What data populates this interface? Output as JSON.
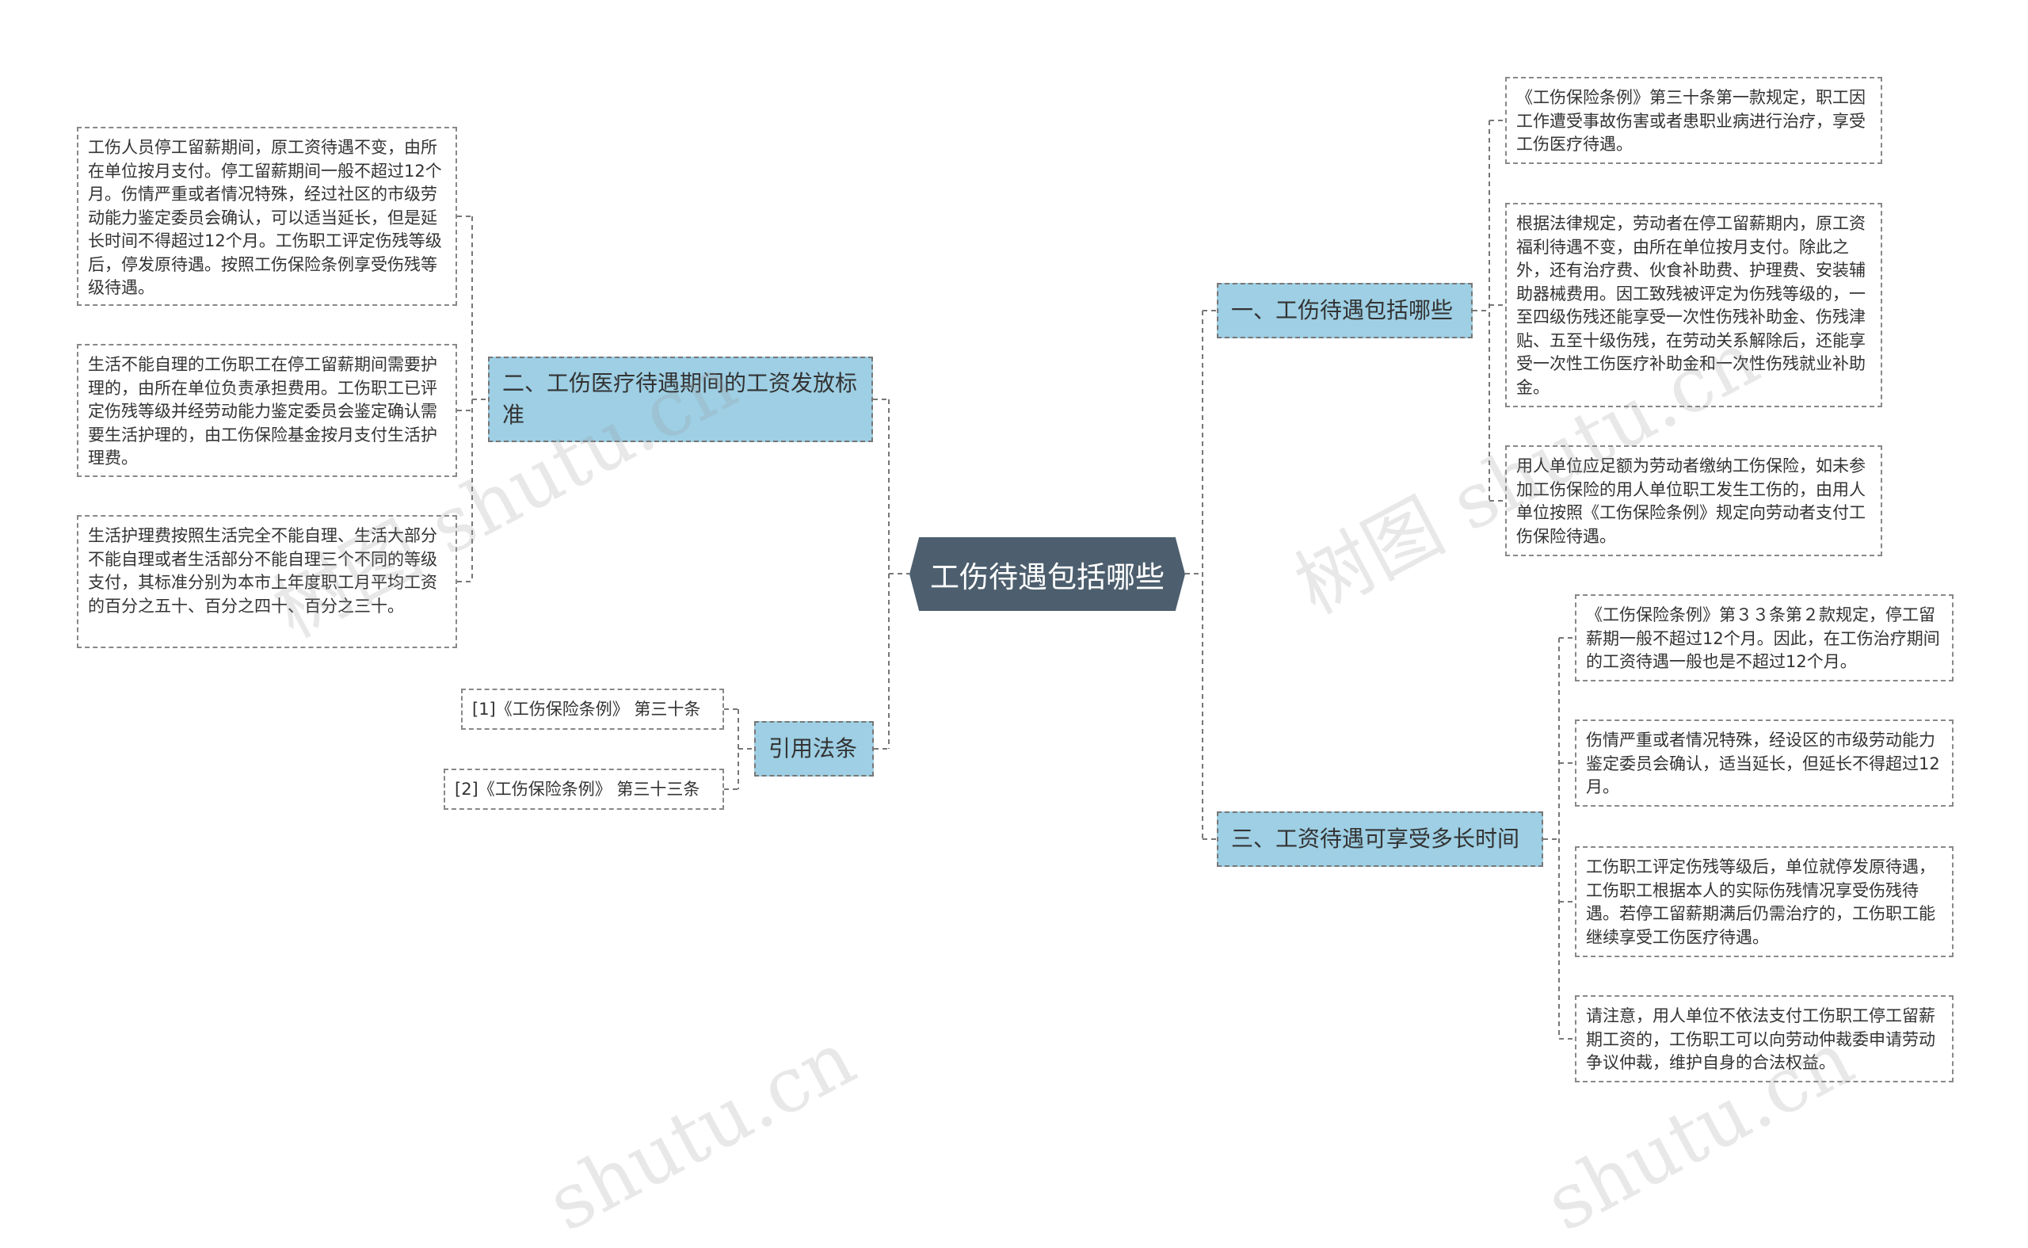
{
  "root": {
    "label": "工伤待遇包括哪些"
  },
  "branches": {
    "b1": {
      "label": "一、工伤待遇包括哪些"
    },
    "b2": {
      "label": "二、工伤医疗待遇期间的工资发放标准"
    },
    "b3": {
      "label": "三、工资待遇可享受多长时间"
    },
    "b4": {
      "label": "引用法条"
    }
  },
  "leaves": {
    "b1": [
      "《工伤保险条例》第三十条第一款规定，职工因工作遭受事故伤害或者患职业病进行治疗，享受工伤医疗待遇。",
      "根据法律规定，劳动者在停工留薪期内，原工资福利待遇不变，由所在单位按月支付。除此之外，还有治疗费、伙食补助费、护理费、安装辅助器械费用。因工致残被评定为伤残等级的，一至四级伤残还能享受一次性伤残补助金、伤残津贴、五至十级伤残，在劳动关系解除后，还能享受一次性工伤医疗补助金和一次性伤残就业补助金。",
      "用人单位应足额为劳动者缴纳工伤保险，如未参加工伤保险的用人单位职工发生工伤的，由用人单位按照《工伤保险条例》规定向劳动者支付工伤保险待遇。"
    ],
    "b2": [
      "工伤人员停工留薪期间，原工资待遇不变，由所在单位按月支付。停工留薪期间一般不超过12个月。伤情严重或者情况特殊，经过社区的市级劳动能力鉴定委员会确认，可以适当延长，但是延长时间不得超过12个月。工伤职工评定伤残等级后，停发原待遇。按照工伤保险条例享受伤残等级待遇。",
      "生活不能自理的工伤职工在停工留薪期间需要护理的，由所在单位负责承担费用。工伤职工已评定伤残等级并经劳动能力鉴定委员会鉴定确认需要生活护理的，由工伤保险基金按月支付生活护理费。",
      "生活护理费按照生活完全不能自理、生活大部分不能自理或者生活部分不能自理三个不同的等级支付，其标准分别为本市上年度职工月平均工资的百分之五十、百分之四十、百分之三十。"
    ],
    "b3": [
      "《工伤保险条例》第３３条第２款规定，停工留薪期一般不超过12个月。因此，在工伤治疗期间的工资待遇一般也是不超过12个月。",
      "伤情严重或者情况特殊，经设区的市级劳动能力鉴定委员会确认，适当延长，但延长不得超过12月。",
      "工伤职工评定伤残等级后，单位就停发原待遇，工伤职工根据本人的实际伤残情况享受伤残待遇。若停工留薪期满后仍需治疗的，工伤职工能继续享受工伤医疗待遇。",
      "请注意，用人单位不依法支付工伤职工停工留薪期工资的，工伤职工可以向劳动仲裁委申请劳动争议仲裁，维护自身的合法权益。"
    ],
    "b4": [
      "[1]《工伤保险条例》 第三十条",
      "[2]《工伤保险条例》 第三十三条"
    ]
  },
  "watermarks": [
    "树图 shutu.cn",
    "树图 shutu.cn",
    "shutu.cn",
    "shutu.cn"
  ],
  "colors": {
    "root_bg": "#4d5f6e",
    "branch_bg": "#9ecfe4",
    "line": "#777777"
  }
}
